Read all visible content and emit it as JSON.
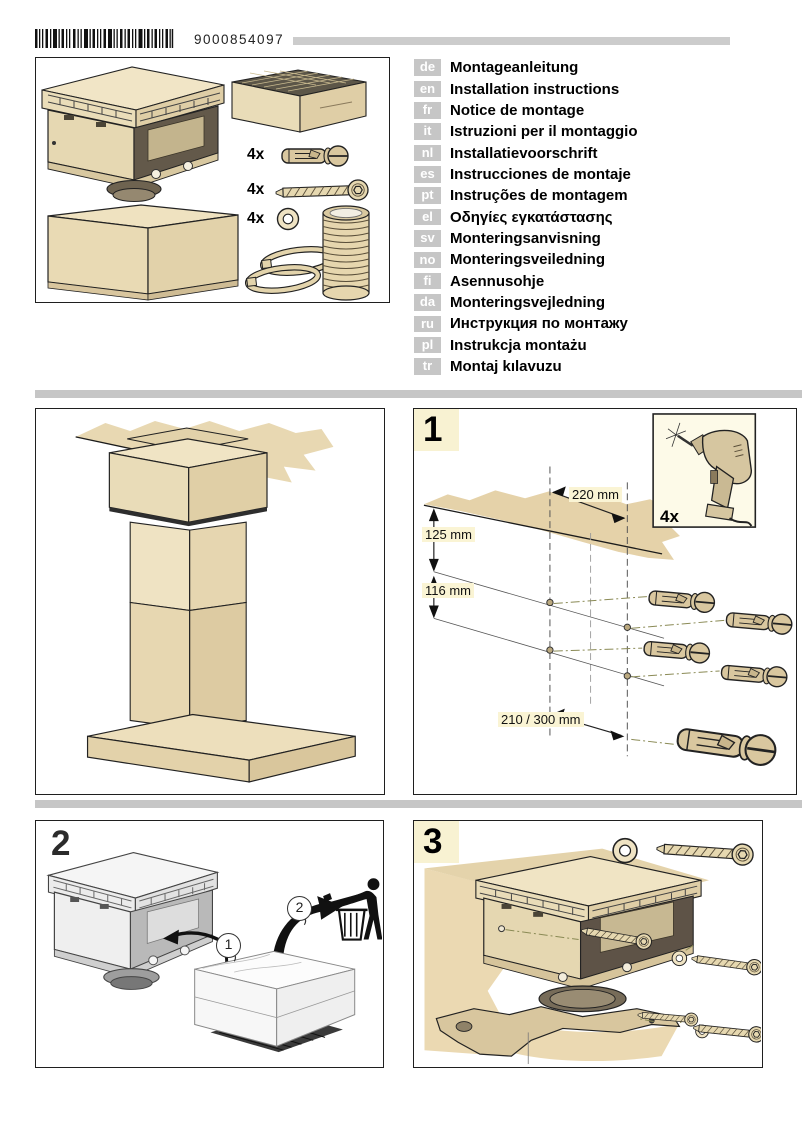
{
  "header": {
    "barcode_number": "9000854097"
  },
  "languages": [
    {
      "code": "de",
      "title": "Montageanleitung"
    },
    {
      "code": "en",
      "title": "Installation instructions"
    },
    {
      "code": "fr",
      "title": "Notice de montage"
    },
    {
      "code": "it",
      "title": "Istruzioni per il montaggio"
    },
    {
      "code": "nl",
      "title": "Installatievoorschrift"
    },
    {
      "code": "es",
      "title": "Instrucciones de montaje"
    },
    {
      "code": "pt",
      "title": "Instruções de montagem"
    },
    {
      "code": "el",
      "title": "Οδηγίες εγκατάστασης"
    },
    {
      "code": "sv",
      "title": "Monteringsanvisning"
    },
    {
      "code": "no",
      "title": "Monteringsveiledning"
    },
    {
      "code": "fi",
      "title": "Asennusohje"
    },
    {
      "code": "da",
      "title": "Monteringsvejledning"
    },
    {
      "code": "ru",
      "title": "Инструкция по монтажу"
    },
    {
      "code": "pl",
      "title": "Instrukcja montażu"
    },
    {
      "code": "tr",
      "title": "Montaj kılavuzu"
    }
  ],
  "parts": {
    "anchors_qty": "4x",
    "screws_qty": "4x",
    "washers_qty": "4x"
  },
  "steps": {
    "one": {
      "label": "1",
      "drill_qty": "4x",
      "dim_top": "220 mm",
      "dim_left_upper": "125 mm",
      "dim_left_lower": "116 mm",
      "dim_bottom": "210 / 300 mm"
    },
    "two": {
      "label": "2",
      "callout_1": "1",
      "callout_2": "2"
    },
    "three": {
      "label": "3"
    }
  },
  "colors": {
    "beige": "#EADCB6",
    "beige_dark": "#DFCEA6",
    "panel_label_bg": "#F8F2D2",
    "divider_gray": "#C6C6C6",
    "code_badge_bg": "#C6C6C6"
  }
}
